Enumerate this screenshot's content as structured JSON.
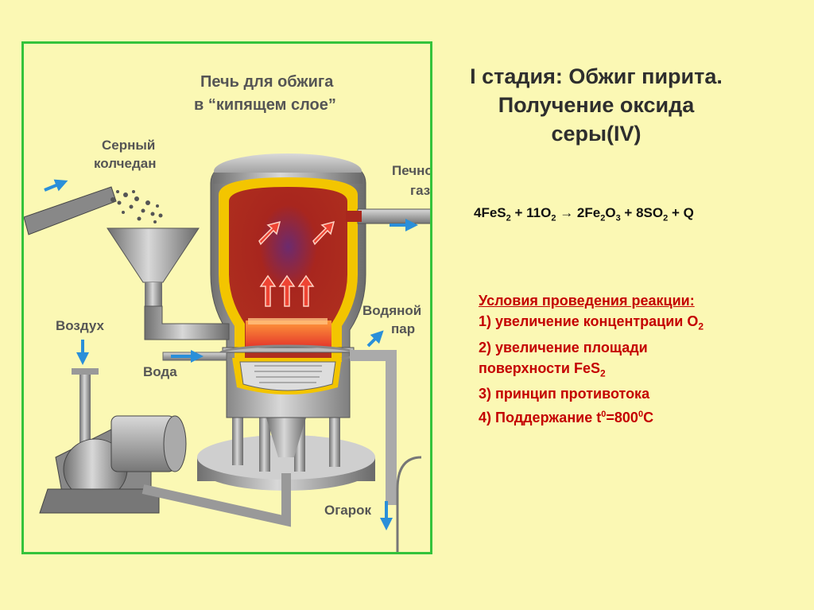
{
  "diagram": {
    "title_line1": "Печь для обжига",
    "title_line2": "в “кипящем слое”",
    "labels": {
      "pyrite_line1": "Серный",
      "pyrite_line2": "колчедан",
      "furnace_gas_line1": "Печной",
      "furnace_gas_line2": "газ",
      "air": "Воздух",
      "water": "Вода",
      "steam_line1": "Водяной",
      "steam_line2": "пар",
      "cinder": "Огарок"
    }
  },
  "slide": {
    "title_line1": "I стадия: Обжиг пирита.",
    "title_line2": "Получение оксида",
    "title_line3": "серы(IV)"
  },
  "equation": {
    "p1": "4FeS",
    "s1": "2",
    "p2": " + 11O",
    "s2": "2",
    "p3": " → 2Fe",
    "s3": "2",
    "p4": "O",
    "s4": "3",
    "p5": " + 8SO",
    "s5": "2",
    "p6": " + Q"
  },
  "conditions": {
    "heading": "Условия проведения реакции:",
    "c1_text": "1)  увеличение концентрации O",
    "c1_sub": "2",
    "c2_line1": "2)  увеличение площади",
    "c2_line2": " поверхности FeS",
    "c2_sub": "2",
    "c3": "3) принцип противотока",
    "c4_a": "4) Поддержание t",
    "c4_sup1": "0",
    "c4_b": "=800",
    "c4_sup2": "0",
    "c4_c": "C"
  },
  "colors": {
    "background": "#fbf8b4",
    "frame": "#34c33b",
    "title_text": "#2e2e2e",
    "conditions_text": "#c40000",
    "furnace_interior": "#a9271d",
    "insulation": "#f3c500",
    "arrow_blue": "#2a8fd9",
    "arrow_red": "#e33"
  },
  "icons": [
    "air-arrow-icon",
    "heat-arrow-icon",
    "flow-arrow-icon"
  ]
}
